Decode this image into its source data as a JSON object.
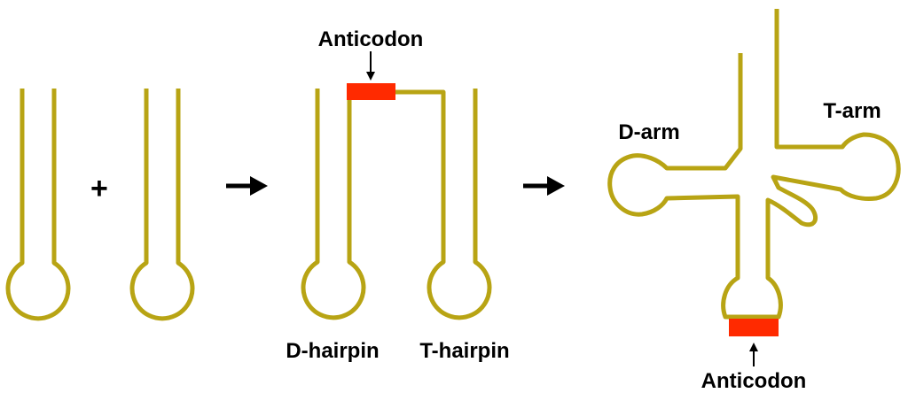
{
  "colors": {
    "strand": "#b8a414",
    "anticodon": "#ff2a00",
    "arrow": "#000000",
    "background": "#ffffff"
  },
  "symbols": {
    "plus": "+"
  },
  "labels": {
    "anticodon_top": "Anticodon",
    "anticodon_bottom": "Anticodon",
    "d_hairpin": "D-hairpin",
    "t_hairpin": "T-hairpin",
    "d_arm": "D-arm",
    "t_arm": "T-arm"
  },
  "icons": {
    "step_arrow": "right-arrow-icon",
    "pointer_arrow": "pointer-arrow-icon"
  }
}
